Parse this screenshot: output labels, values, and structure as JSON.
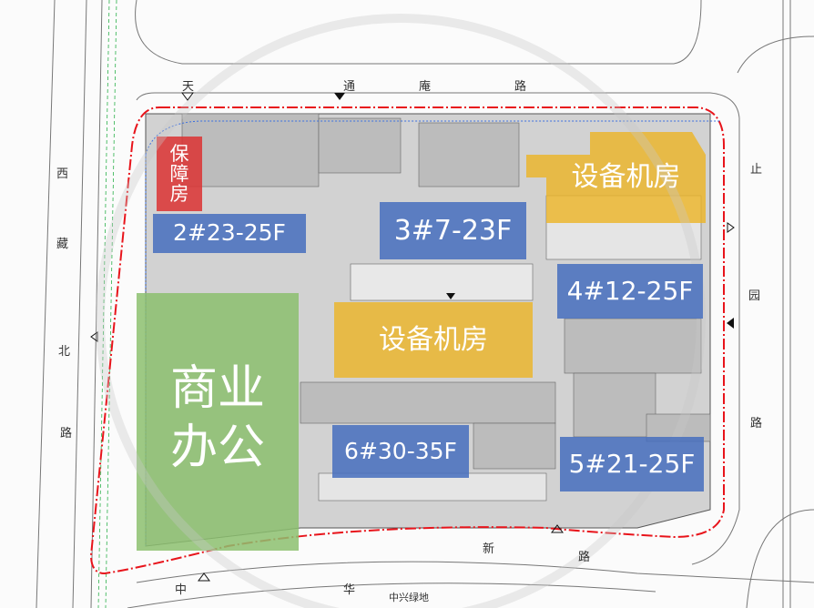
{
  "zones": {
    "affordable_housing": "保\n障\n房",
    "building2": "2#23-25F",
    "building3": "3#7-23F",
    "equipment_room_top": "设备机房",
    "building4": "4#12-25F",
    "equipment_room_center": "设备机房",
    "commercial_office": "商业\n办公",
    "building6": "6#30-35F",
    "building5": "5#21-25F"
  },
  "roads": {
    "north": [
      "天",
      "通",
      "庵",
      "路"
    ],
    "west": [
      "西",
      "藏",
      "北",
      "路"
    ],
    "south": [
      "中",
      "华",
      "新",
      "路"
    ],
    "east": [
      "止",
      "园",
      "路"
    ],
    "green_space": "中兴绿地"
  },
  "colors": {
    "boundary": "#e8141b",
    "blue_zone": "#466ebe",
    "yellow_zone": "#ebb428",
    "green_zone": "#8cc06e",
    "red_zone": "#dc3232"
  }
}
